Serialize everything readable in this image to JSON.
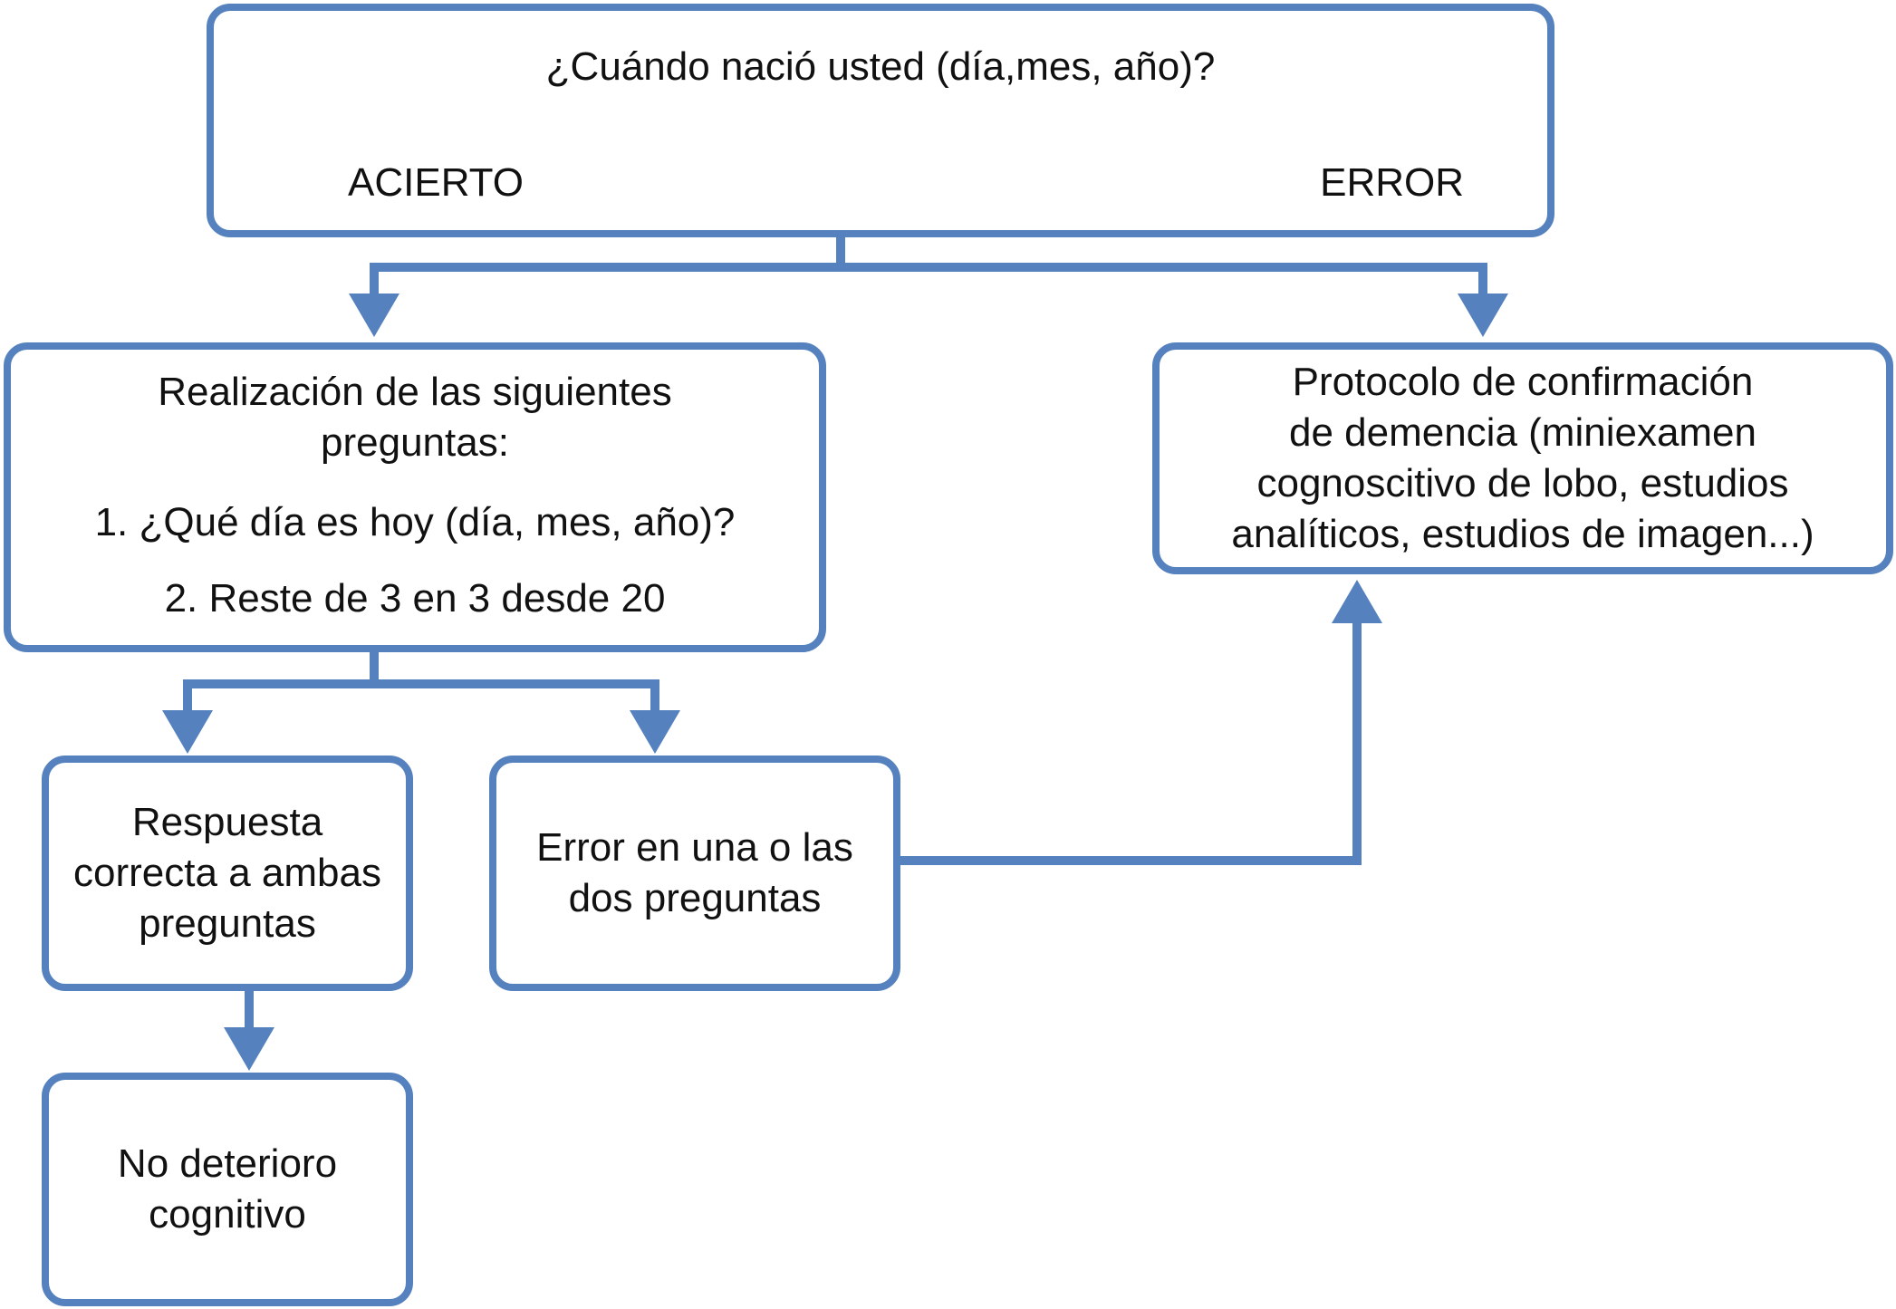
{
  "colors": {
    "accent": "#5582be",
    "text": "#111111",
    "background": "#ffffff"
  },
  "question_box": {
    "question": "¿Cuándo nació usted (día,mes, año)?",
    "acierto_label": "ACIERTO",
    "error_label": "ERROR"
  },
  "questions_box": {
    "title_line1": "Realización de las siguientes",
    "title_line2": "preguntas:",
    "item1": "1. ¿Qué día es hoy (día, mes, año)?",
    "item2": "2. Reste de 3 en 3 desde 20"
  },
  "protocol_box": {
    "line1": "Protocolo de confirmación",
    "line2": "de demencia (miniexamen",
    "line3": "cognoscitivo de lobo, estudios",
    "line4": "analíticos, estudios de imagen...)"
  },
  "correct_box": {
    "line1": "Respuesta",
    "line2": "correcta a ambas",
    "line3": "preguntas"
  },
  "error_box": {
    "line1": "Error en una o las",
    "line2": "dos preguntas"
  },
  "result_box": {
    "line1": "No deterioro",
    "line2": "cognitivo"
  }
}
